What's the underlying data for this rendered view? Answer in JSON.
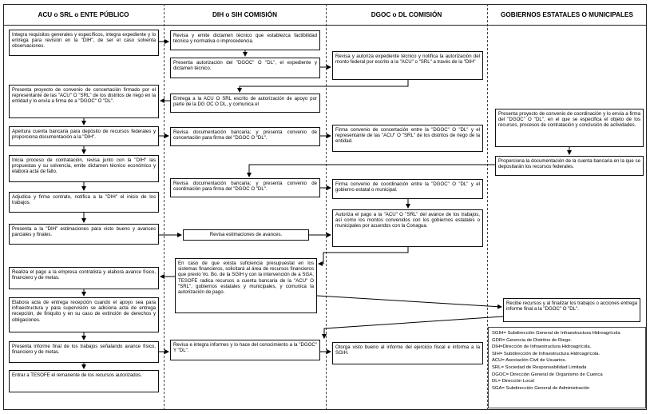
{
  "lanes": [
    "ACU o SRL o ENTE PÚBLICO",
    "DIH o SIH COMISIÓN",
    "DGOC o DL COMISIÓN",
    "GOBIERNOS ESTATALES O MUNICIPALES"
  ],
  "steps": {
    "a1": "Integra requisitos generales y específicos, integra expediente y lo entrega para revisión en la \"DIH\", de ser el caso solventa observaciones.",
    "b1": "Revisa y emite dictamen técnico que establezca factibilidad técnica y normativa o improcedencia.",
    "b2": "Presenta autorización del \"DGOC\" O \"DL\", el expediente y dictamen técnico.",
    "c1": "Revisa y autoriza expediente técnico y notifica la autorización del monto federal por escrito a la \"ACU\" o \"SRL\" a través de la \"DIH\"",
    "a2": "Presenta proyecto de convenio de concertación firmado por el representante de las \"ACU\" O \"SRL\" de los distritos de riego en la entidad y lo envía a firma de a \"DGOC\" O \"DL\".",
    "b3": "Entrega a la ACU O SRL escrito de autorización de apoyo por parte de la DG OC O DL, y comunica el",
    "a3": "Apertura cuenta bancaria para depósito de recursos federales y proporciona documentación a la \"DIH\".",
    "b4": "Revisa documentación bancaria; y presenta convenio de concertación para firma del \"DGOC O \"DL\".",
    "c2": "Firma convenio de concertación entre la \"DGOC\" O \"DL\" y el representante de las \"ACU\" O \"SRL\" de los distritos de riego de la entidad.",
    "d1": "Presenta proyecto de convenio de coordinación y lo envía a firma del \"DGOC\" O \"DL\", en el que se especifica el objeto de los recursos, procesos de contratación y conclusión de actividades.",
    "d2": "Proporciona la documentación de la cuenta bancaria en la que se depositarán los recursos federales.",
    "a4": "Inicia proceso de contratación, revisa junto con la \"DIH\" las propuestas y su solvencia, emite dictamen técnico económico y elabora acta de fallo.",
    "b5": "Revisa documentación bancaria; y presenta convenio de coordinación para firma del \"DGOC O \"DL\".",
    "c3": "Firma convenio de coordinación entre la \"DGOC\" O \"DL\" y el gobierno estatal o municipal.",
    "a5": "Adjudica y firma contrato, notifica a la \"DIH\" el inicio de los trabajos.",
    "c4": "Autoriza el pago a la \"ACU\" O \"SRL\" del avance de los trabajos, así como los montos convenidos con los gobiernos estatales o municipales por acuerdos con la Conagua.",
    "a6": "Presenta a la \"DIH\" estimaciones para visto bueno y avances parciales y finales.",
    "b6": "Revisa estimaciones de avances.",
    "b7": "En caso de que exista suficiencia presupuestal en los sistemas financieros, solicitará al área de recursos financieros que previo Vo. Bo. de la SGIH y con la intervención de a SGA, TESOFE radica recursos a cuenta bancaria de la \"ACU\" O \"SRL\", gobiernos estatales y municipales, y comunica la autorización de pago.",
    "a7": "Realiza el pago a la empresa contratista y elabora avance físico, financiero y de metas.",
    "a8": "Elabora acta de entrega recepción cuando el apoyo sea para infraestructura y para supervisión se adiciona acta de entrega recepción, de finiquito y en su caso de extinción de derechos y obligaciones.",
    "d3": "Recibe recursos y al finalizar los trabajos o acciones entrega informe final a la \"DGOC\" O \"DL\".",
    "a9": "Presenta informe final de los trabajos señalando avance físico, financiero y de metas.",
    "b8": "Revisa e integra informes y lo hace del conocimiento a la \"DGOC\" Y \"DL\".",
    "c5": "Otorga visto bueno al informe del ejercicio fiscal e informa a la SGIH.",
    "a10": "Entrar a TESOFE el remanente de los recursos autorizados."
  },
  "legend": [
    "SGIH= Subdirección General de Infraestructura Hidroagrícola",
    "GDR= Gerencia de Distritos de Riego.",
    "DIH=Dirección de Infraestructura Hidroagrícola.",
    "SIH= Subdirección de Infraestructura Hidroagrícola.",
    "ACU= Asociación Civil de Usuarios.",
    "SRL= Sociedad de Responsabilidad Limitada",
    "DGOC= Dirección General de Organismo de Cuenca",
    "DL= Dirección Local",
    "SGA= Subdirección General de Administración"
  ]
}
